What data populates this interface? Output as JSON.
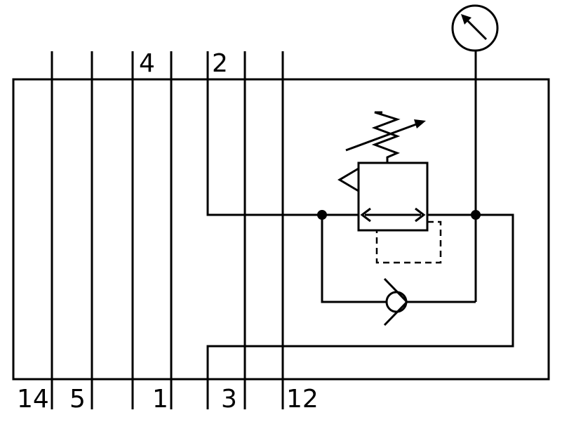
{
  "ports": {
    "top": [
      {
        "id": "4",
        "label": "4"
      },
      {
        "id": "2",
        "label": "2"
      }
    ],
    "bottom": [
      {
        "id": "14",
        "label": "14"
      },
      {
        "id": "5",
        "label": "5"
      },
      {
        "id": "1",
        "label": "1"
      },
      {
        "id": "3",
        "label": "3"
      },
      {
        "id": "12",
        "label": "12"
      }
    ]
  },
  "components": {
    "gauge": "pressure-gauge-icon",
    "regulator": "pressure-regulator-valve-icon",
    "spring": "adjustable-spring-icon",
    "check_valve": "check-valve-icon"
  },
  "colors": {
    "line": "#000000",
    "background": "#ffffff"
  }
}
